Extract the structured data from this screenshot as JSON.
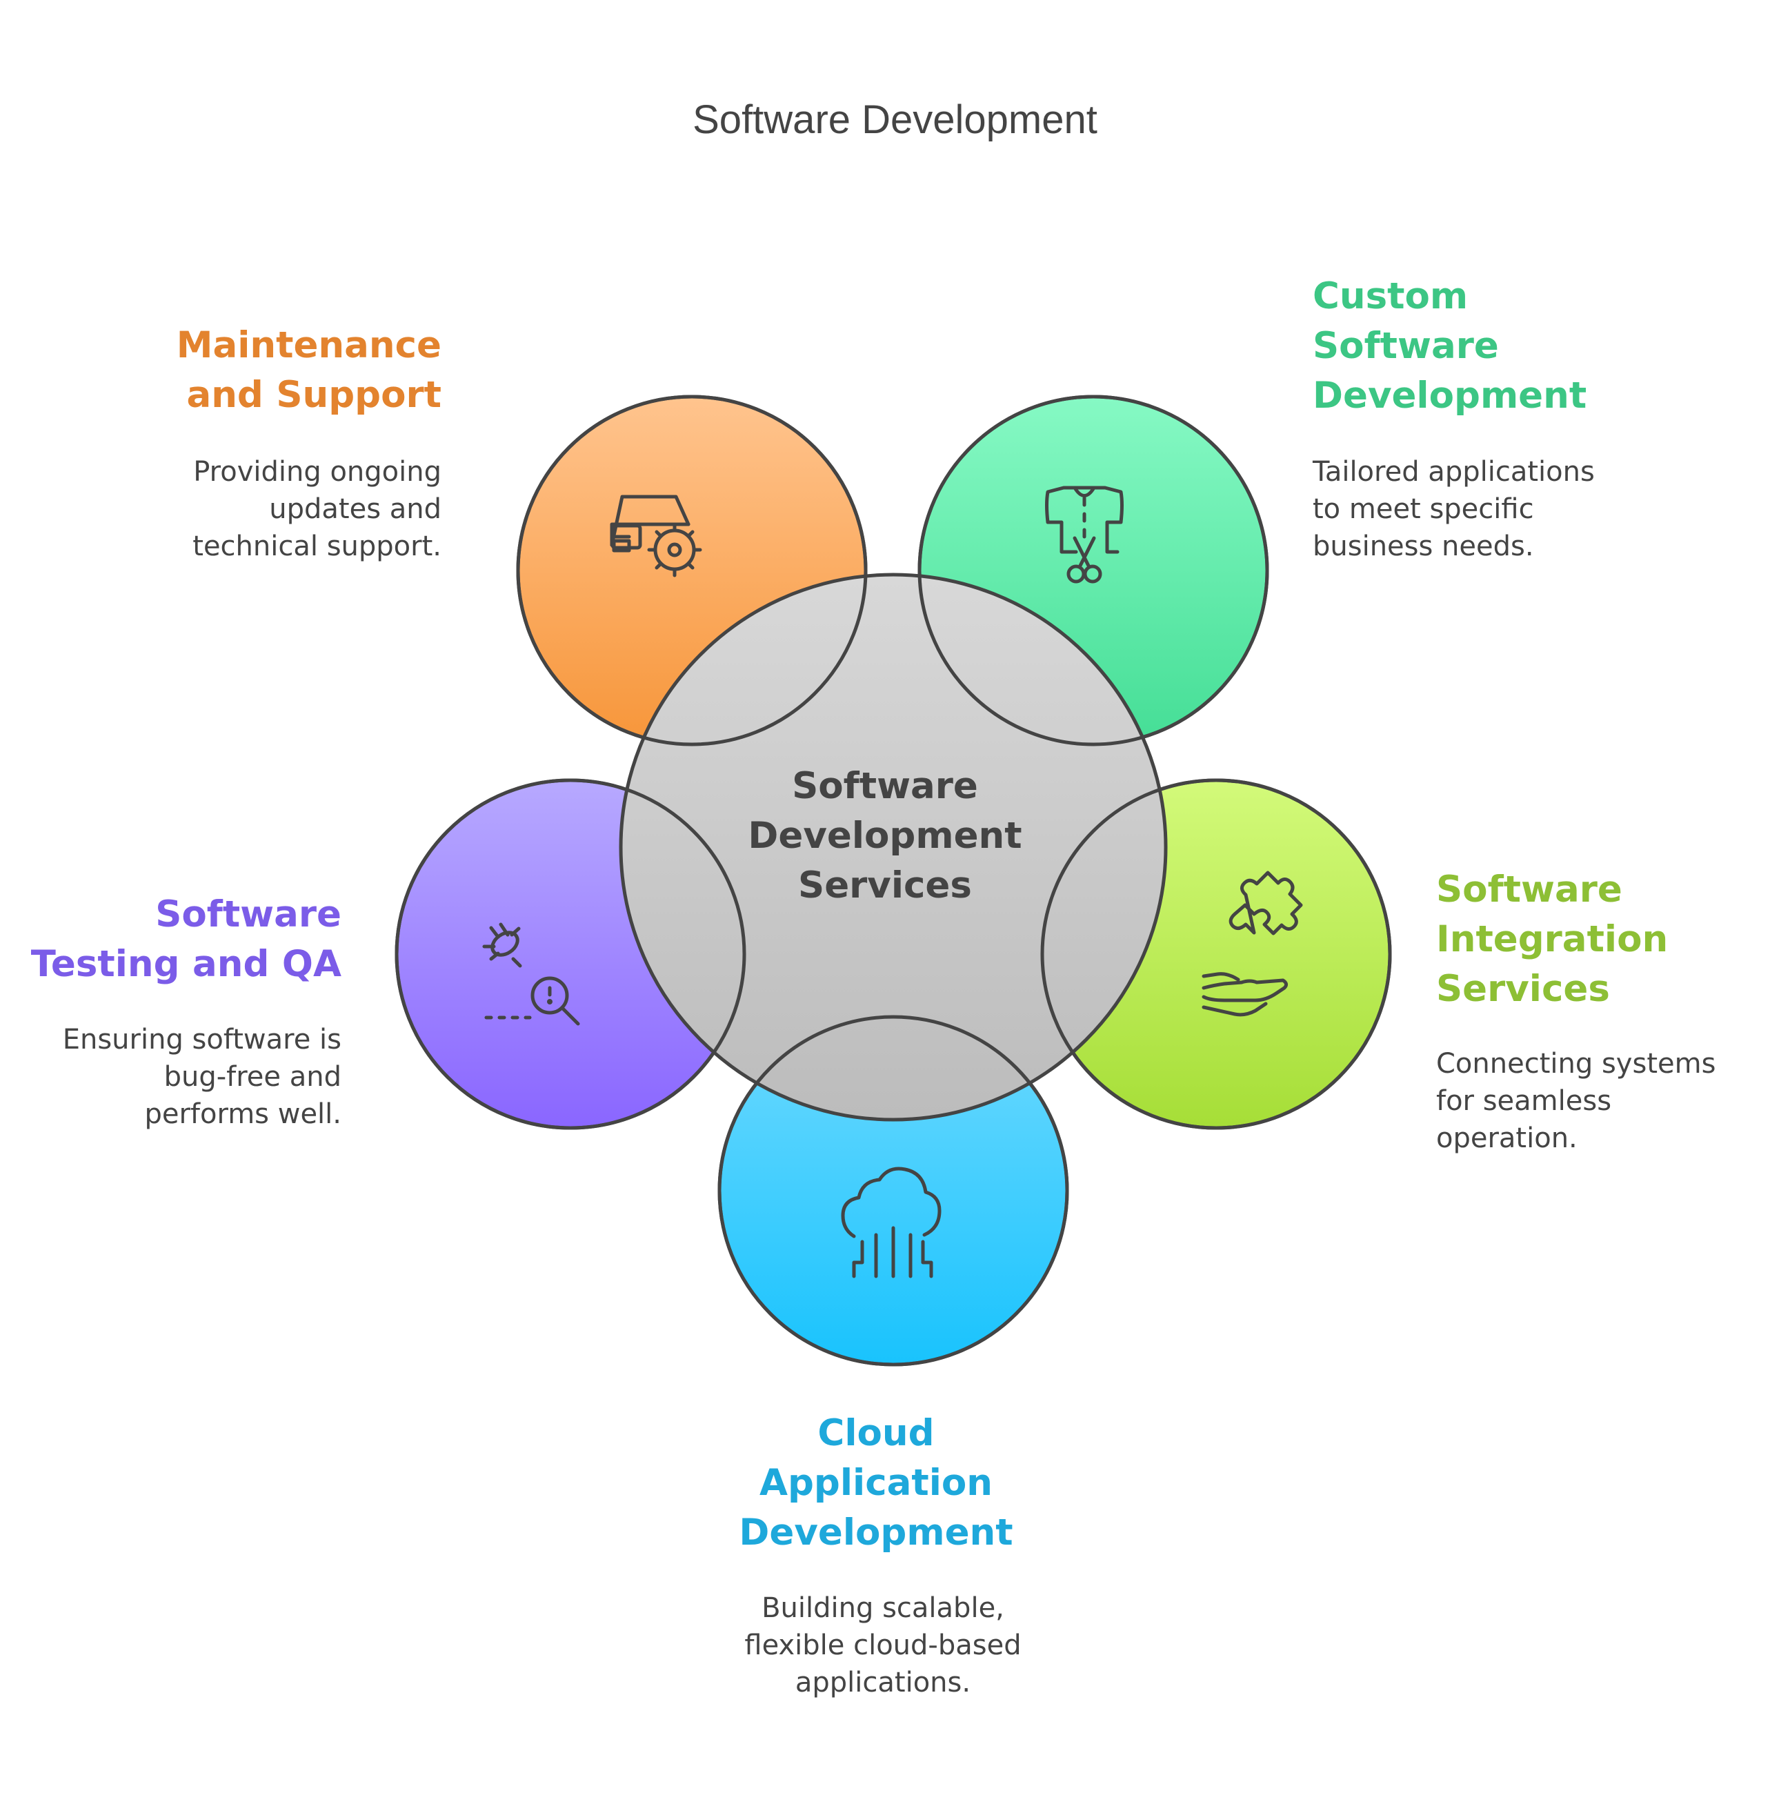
{
  "title": "Software Development",
  "center": {
    "line1": "Software",
    "line2": "Development",
    "line3": "Services"
  },
  "items": {
    "maintenance": {
      "heading1": "Maintenance",
      "heading2": "and Support",
      "desc1": "Providing ongoing",
      "desc2": "updates and",
      "desc3": "technical support.",
      "color": "#E3832E",
      "icon": "car-gear-icon"
    },
    "custom": {
      "heading1": "Custom",
      "heading2": "Software",
      "heading3": "Development",
      "desc1": "Tailored applications",
      "desc2": "to meet specific",
      "desc3": "business needs.",
      "color": "#3CC684",
      "icon": "tailored-shirt-scissors-icon"
    },
    "testing": {
      "heading1": "Software",
      "heading2": "Testing and QA",
      "desc1": "Ensuring software is",
      "desc2": "bug-free and",
      "desc3": "performs well.",
      "color": "#7B5CE8",
      "icon": "bug-magnifier-icon"
    },
    "integration": {
      "heading1": "Software",
      "heading2": "Integration",
      "heading3": "Services",
      "desc1": "Connecting systems",
      "desc2": "for seamless",
      "desc3": "operation.",
      "color": "#8DBF35",
      "icon": "puzzle-hand-icon"
    },
    "cloud": {
      "heading1": "Cloud",
      "heading2": "Application",
      "heading3": "Development",
      "desc1": "Building scalable,",
      "desc2": "flexible cloud-based",
      "desc3": "applications.",
      "color": "#1EA8DB",
      "icon": "cloud-circuit-icon"
    }
  }
}
